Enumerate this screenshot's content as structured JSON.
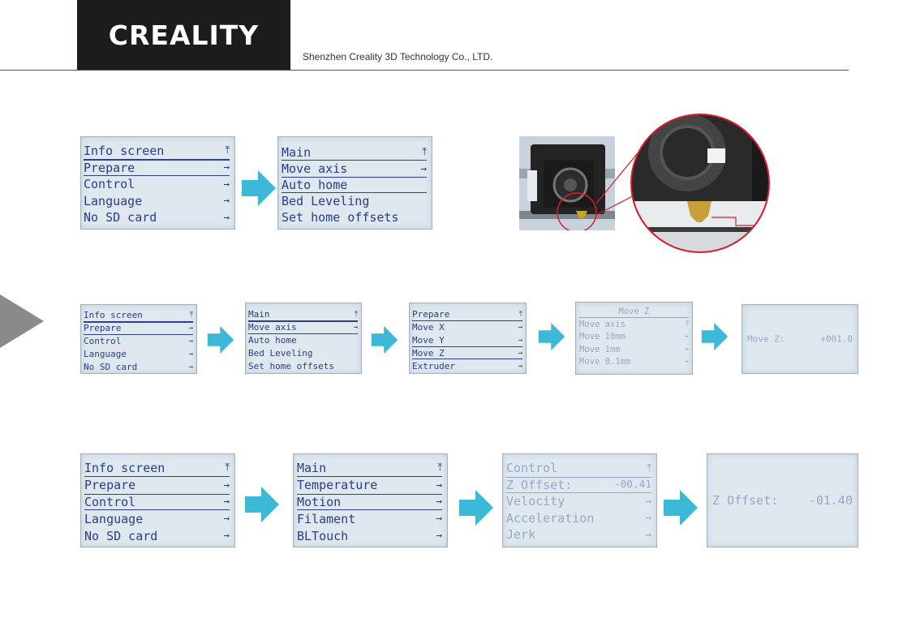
{
  "header": {
    "brand": "CREALITY",
    "company": "Shenzhen Creality 3D Technology Co., LTD."
  },
  "colors": {
    "arrow": "#3bb9d6",
    "lcd_bg": "#dfe8ef",
    "lcd_text": "#2a3c8e",
    "callout": "#d81e2c"
  },
  "row1": {
    "screen1": {
      "rows": [
        {
          "label": "Info screen",
          "mark": "⤒"
        },
        {
          "label": "Prepare",
          "mark": "→"
        },
        {
          "label": "Control",
          "mark": "→"
        },
        {
          "label": "Language",
          "mark": "→"
        },
        {
          "label": "No SD card",
          "mark": "→"
        }
      ]
    },
    "screen2": {
      "rows": [
        {
          "label": "Main",
          "mark": "⤒"
        },
        {
          "label": "Move axis",
          "mark": "→"
        },
        {
          "label": "Auto home",
          "mark": ""
        },
        {
          "label": "Bed Leveling",
          "mark": ""
        },
        {
          "label": "Set home offsets",
          "mark": ""
        }
      ]
    }
  },
  "row2": {
    "screen1": {
      "rows": [
        {
          "label": "Info screen",
          "mark": "⤒"
        },
        {
          "label": "Prepare",
          "mark": "→"
        },
        {
          "label": "Control",
          "mark": "→"
        },
        {
          "label": "Language",
          "mark": "→"
        },
        {
          "label": "No SD card",
          "mark": "→"
        }
      ]
    },
    "screen2": {
      "rows": [
        {
          "label": "Main",
          "mark": "⤒"
        },
        {
          "label": "Move axis",
          "mark": "→"
        },
        {
          "label": "Auto home",
          "mark": ""
        },
        {
          "label": "Bed Leveling",
          "mark": ""
        },
        {
          "label": "Set home offsets",
          "mark": ""
        }
      ]
    },
    "screen3": {
      "rows": [
        {
          "label": "Prepare",
          "mark": "⤒"
        },
        {
          "label": "Move X",
          "mark": "→"
        },
        {
          "label": "Move Y",
          "mark": "→"
        },
        {
          "label": "Move Z",
          "mark": "→"
        },
        {
          "label": "Extruder",
          "mark": "→"
        }
      ]
    },
    "screen4": {
      "title": "Move Z",
      "rows": [
        {
          "label": "Move axis",
          "mark": "⤒"
        },
        {
          "label": "Move 10mm",
          "mark": "→"
        },
        {
          "label": "Move 1mm",
          "mark": "→"
        },
        {
          "label": "Move 0.1mm",
          "mark": "→"
        }
      ]
    },
    "screen5": {
      "label": "Move Z:",
      "value": "+001.0"
    }
  },
  "row3": {
    "screen1": {
      "rows": [
        {
          "label": "Info screen",
          "mark": "⤒"
        },
        {
          "label": "Prepare",
          "mark": "→"
        },
        {
          "label": "Control",
          "mark": "→"
        },
        {
          "label": "Language",
          "mark": "→"
        },
        {
          "label": "No SD card",
          "mark": "→"
        }
      ]
    },
    "screen2": {
      "rows": [
        {
          "label": "Main",
          "mark": "⤒"
        },
        {
          "label": "Temperature",
          "mark": "→"
        },
        {
          "label": "Motion",
          "mark": "→"
        },
        {
          "label": "Filament",
          "mark": "→"
        },
        {
          "label": "BLTouch",
          "mark": "→"
        }
      ]
    },
    "screen3": {
      "rows": [
        {
          "label": "Control",
          "mark": "⤒"
        },
        {
          "label": "Z Offset:",
          "mark": "-00.41"
        },
        {
          "label": "Velocity",
          "mark": "→"
        },
        {
          "label": "Acceleration",
          "mark": "→"
        },
        {
          "label": "Jerk",
          "mark": "→"
        }
      ]
    },
    "screen4": {
      "label": "Z Offset:",
      "value": "-01.40"
    }
  }
}
